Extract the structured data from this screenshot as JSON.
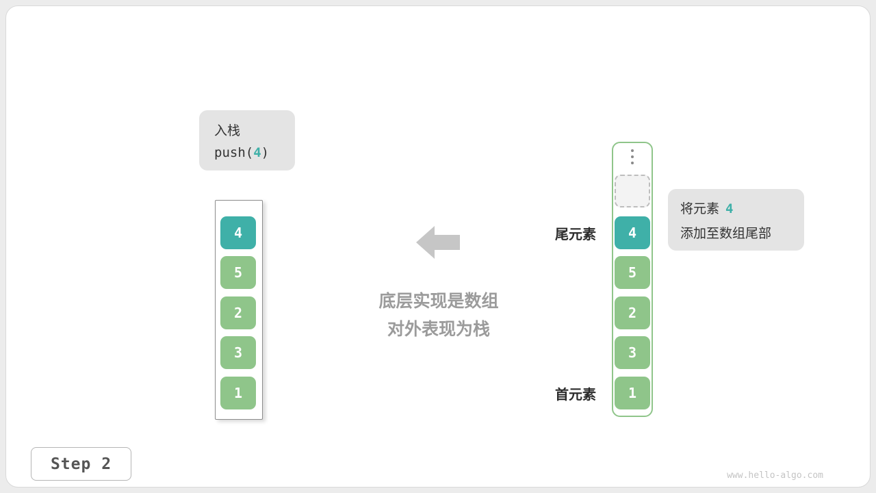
{
  "colors": {
    "teal": "#3fb0a8",
    "green": "#8fc58a",
    "label-bg": "#e4e4e4",
    "arrow": "#c6c6c6",
    "muted-text": "#9b9b9b",
    "dark-text": "#333333",
    "page-bg": "#ececec"
  },
  "push_box": {
    "title": "入栈",
    "code_prefix": "push(",
    "code_value": "4",
    "code_suffix": ")"
  },
  "left_stack": {
    "cells": [
      {
        "value": "4",
        "color": "teal"
      },
      {
        "value": "5",
        "color": "green"
      },
      {
        "value": "2",
        "color": "green"
      },
      {
        "value": "3",
        "color": "green"
      },
      {
        "value": "1",
        "color": "green"
      }
    ]
  },
  "center": {
    "line1": "底层实现是数组",
    "line2": "对外表现为栈"
  },
  "right_stack": {
    "ellipsis_icon": "vertical-ellipsis",
    "cells": [
      {
        "value": "4",
        "color": "teal"
      },
      {
        "value": "5",
        "color": "green"
      },
      {
        "value": "2",
        "color": "green"
      },
      {
        "value": "3",
        "color": "green"
      },
      {
        "value": "1",
        "color": "green"
      }
    ]
  },
  "annotations": {
    "tail_label": "尾元素",
    "head_label": "首元素"
  },
  "info_box": {
    "line1_prefix": "将元素",
    "line1_value": "4",
    "line2": "添加至数组尾部"
  },
  "footer": {
    "step_label": "Step 2",
    "watermark": "www.hello-algo.com"
  }
}
